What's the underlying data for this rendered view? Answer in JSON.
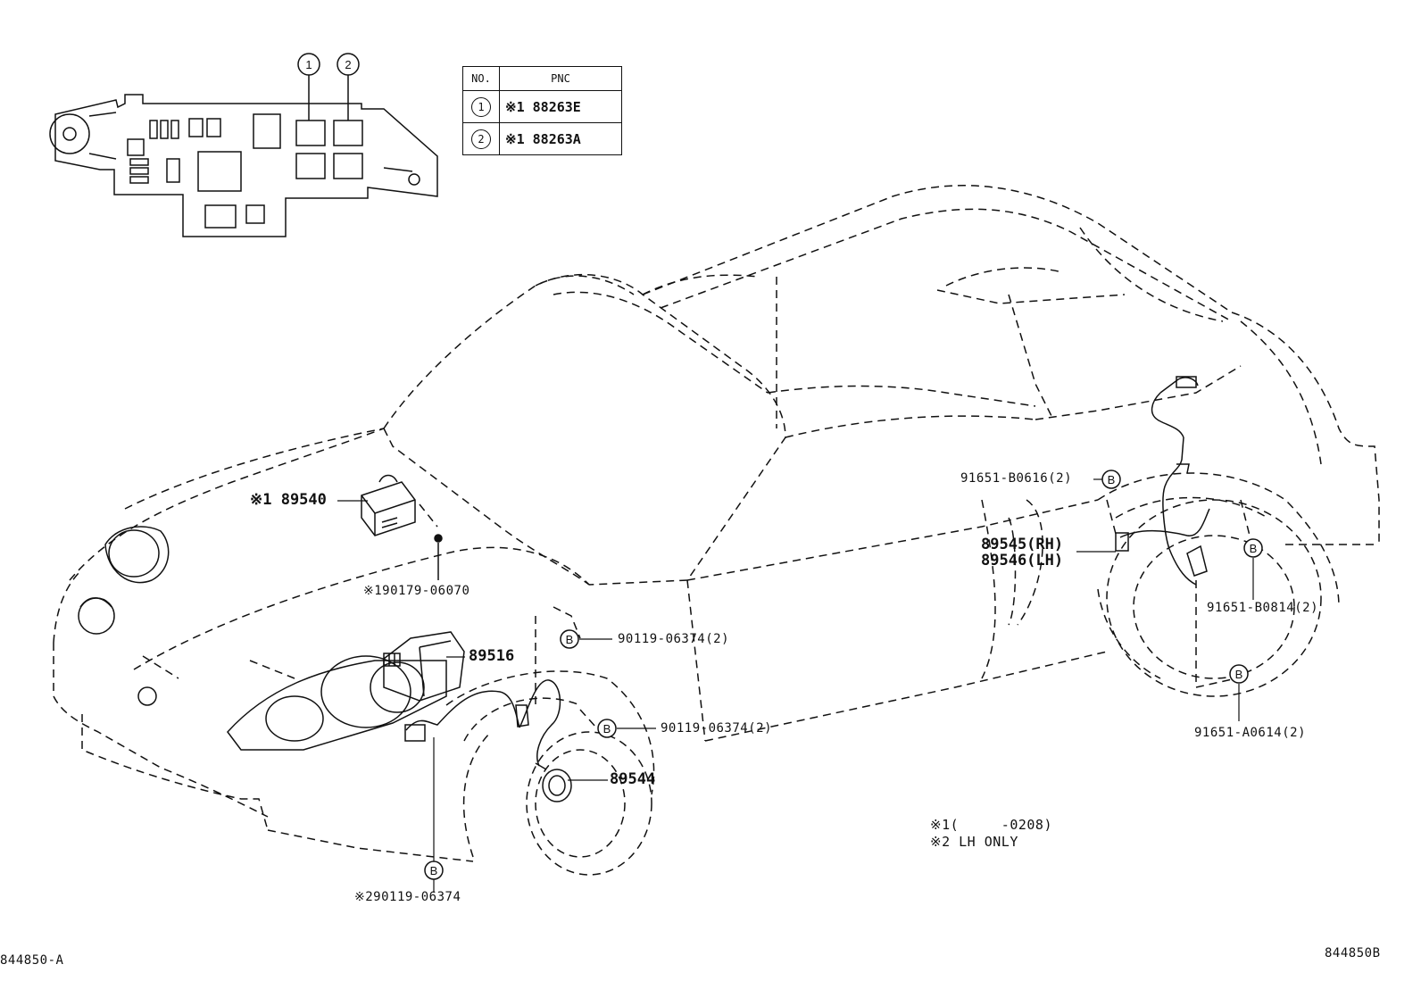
{
  "table": {
    "header_no": "NO.",
    "header_pnc": "PNC",
    "rows": [
      {
        "no": "1",
        "part": "※1 88263E"
      },
      {
        "no": "2",
        "part": "※1 88263A"
      }
    ]
  },
  "relay_callouts": [
    "1",
    "2"
  ],
  "labels": {
    "p89540": "※1 89540",
    "p190179": "※190179-06070",
    "p90119_a": "90119-06374(2)",
    "p89516": "89516",
    "p90119_b": "90119-06374(2)",
    "p89544": "89544",
    "p290119": "※290119-06374",
    "p91651_b0616": "91651-B0616(2)",
    "p89545": "89545(RH)",
    "p89546": "89546(LH)",
    "p91651_b0814": "91651-B0814(2)",
    "p91651_a0614": "91651-A0614(2)"
  },
  "bolt_marker": "B",
  "notes": {
    "note1": "※1(     -0208)",
    "note2": "※2 LH ONLY"
  },
  "footer": {
    "left": "844850-A",
    "right": "844850B"
  }
}
